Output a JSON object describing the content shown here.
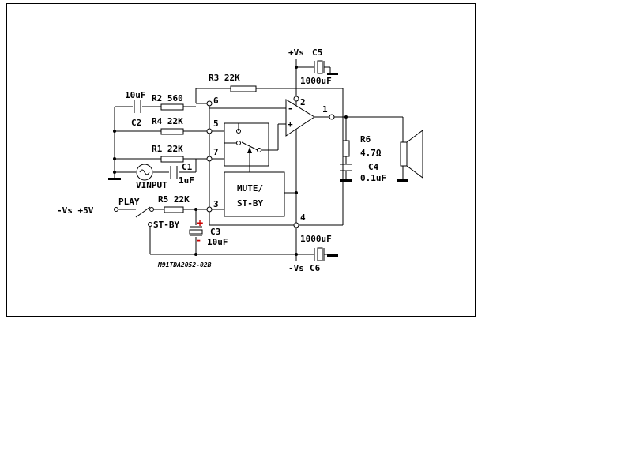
{
  "labels": {
    "vs_pos": "+Vs",
    "c5": "C5",
    "c5_val": "1000uF",
    "r3": "R3 22K",
    "c2_val": "10uF",
    "r2": "R2 560",
    "c2": "C2",
    "r4": "R4 22K",
    "r1": "R1 22K",
    "c1": "C1",
    "c1_val": "1uF",
    "vinput": "VINPUT",
    "play": "PLAY",
    "r5": "R5 22K",
    "vs_supply": "-Vs +5V",
    "stby_sw": "ST-BY",
    "c3": "C3",
    "c3_val": "10uF",
    "mute_l1": "MUTE/",
    "mute_l2": "ST-BY",
    "r6": "R6",
    "r6_val": "4.7Ω",
    "c4": "C4",
    "c4_val": "0.1uF",
    "c6_val": "1000uF",
    "vs_neg": "-Vs",
    "c6": "C6",
    "pin1": "1",
    "pin2": "2",
    "pin3": "3",
    "pin4": "4",
    "pin5": "5",
    "pin6": "6",
    "pin7": "7",
    "minus": "-",
    "plus": "+",
    "c3_plus": "+",
    "c3_minus": "-",
    "code": "M91TDA2052-02B"
  }
}
